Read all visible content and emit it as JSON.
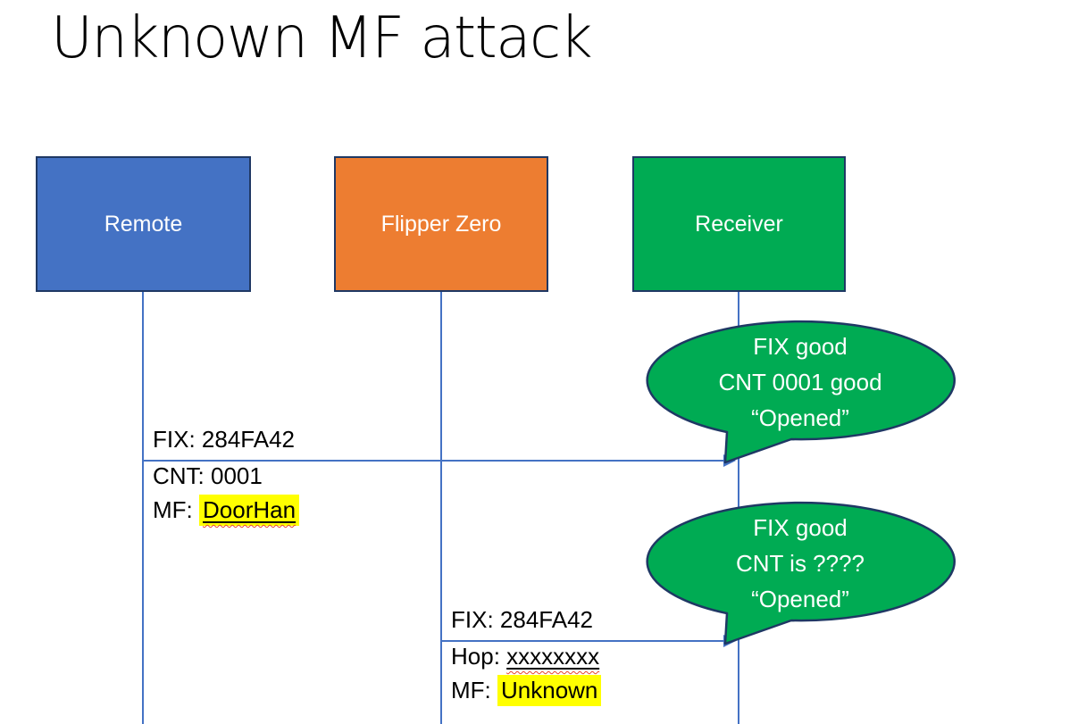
{
  "slide": {
    "title": "Unknown MF attack"
  },
  "actors": [
    {
      "id": "remote",
      "label": "Remote"
    },
    {
      "id": "flipper",
      "label": "Flipper Zero"
    },
    {
      "id": "receiver",
      "label": "Receiver"
    }
  ],
  "messages": [
    {
      "from": "Remote",
      "to": "Receiver",
      "line1": "FIX: 284FA42",
      "line2": "CNT: 0001",
      "line3_label": "MF: ",
      "line3_value": "DoorHan"
    },
    {
      "from": "Flipper Zero",
      "to": "Receiver",
      "line1": "FIX: 284FA42",
      "line2_label": "Hop: ",
      "line2_value": "xxxxxxxx",
      "line3_label": "MF: ",
      "line3_value": "Unknown"
    }
  ],
  "bubbles": [
    {
      "speaker": "Receiver",
      "line1": "FIX good",
      "line2": "CNT 0001 good",
      "line3": "“Opened”"
    },
    {
      "speaker": "Receiver",
      "line1": "FIX good",
      "line2": "CNT is ????",
      "line3": "“Opened”"
    }
  ],
  "colors": {
    "remote_fill": "#4472C4",
    "flipper_fill": "#ED7D31",
    "receiver_fill": "#00AB53",
    "bubble_fill": "#00AB53",
    "shape_outline": "#1F3864",
    "connector": "#4472C4",
    "highlight": "#FFFF00",
    "spellcheck_wave": "#E8432E",
    "title_color": "#000000",
    "actor_text": "#FFFFFF",
    "bubble_text": "#FFFFFF"
  }
}
